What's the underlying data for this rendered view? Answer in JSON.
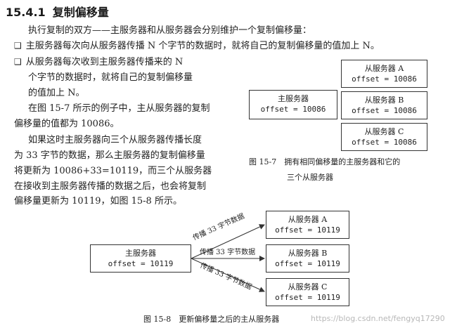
{
  "section": {
    "number": "15.4.1",
    "title": "复制偏移量"
  },
  "intro": "执行复制的双方——主服务器和从服务器会分别维护一个复制偏移量：",
  "bullets": [
    {
      "lines": [
        "主服务器每次向从服务器传播 N 个字节的数据时，就将自己的复制偏移量的值加上 N。"
      ]
    },
    {
      "lines": [
        "从服务器每次收到主服务器传播来的 N",
        "个字节的数据时，就将自己的复制偏移量",
        "的值加上 N。"
      ]
    }
  ],
  "para1": [
    "在图 15-7 所示的例子中，主从服务器的复制",
    "偏移量的值都为 10086。"
  ],
  "para2": [
    "如果这时主服务器向三个从服务器传播长度",
    "为 33 字节的数据，那么主服务器的复制偏移量",
    "将更新为 10086+33=10119，而三个从服务器",
    "在接收到主服务器传播的数据之后，也会将复制",
    "偏移量更新为 10119，如图 15-8 所示。"
  ],
  "fig7": {
    "master": {
      "title": "主服务器",
      "offset": "offset = 10086"
    },
    "slaves": [
      {
        "title": "从服务器 A",
        "offset": "offset = 10086"
      },
      {
        "title": "从服务器 B",
        "offset": "offset = 10086"
      },
      {
        "title": "从服务器 C",
        "offset": "offset = 10086"
      }
    ],
    "caption": [
      "图 15-7　拥有相同偏移量的主服务器和它的",
      "三个从服务器"
    ]
  },
  "fig8": {
    "master": {
      "title": "主服务器",
      "offset": "offset = 10119"
    },
    "slaves": [
      {
        "title": "从服务器 A",
        "offset": "offset = 10119"
      },
      {
        "title": "从服务器 B",
        "offset": "offset = 10119"
      },
      {
        "title": "从服务器 C",
        "offset": "offset = 10119"
      }
    ],
    "arrow_label": "传播 33 字节数据",
    "caption": "图 15-8　更新偏移量之后的主从服务器"
  },
  "watermark": "https://blog.csdn.net/fengyq17290"
}
